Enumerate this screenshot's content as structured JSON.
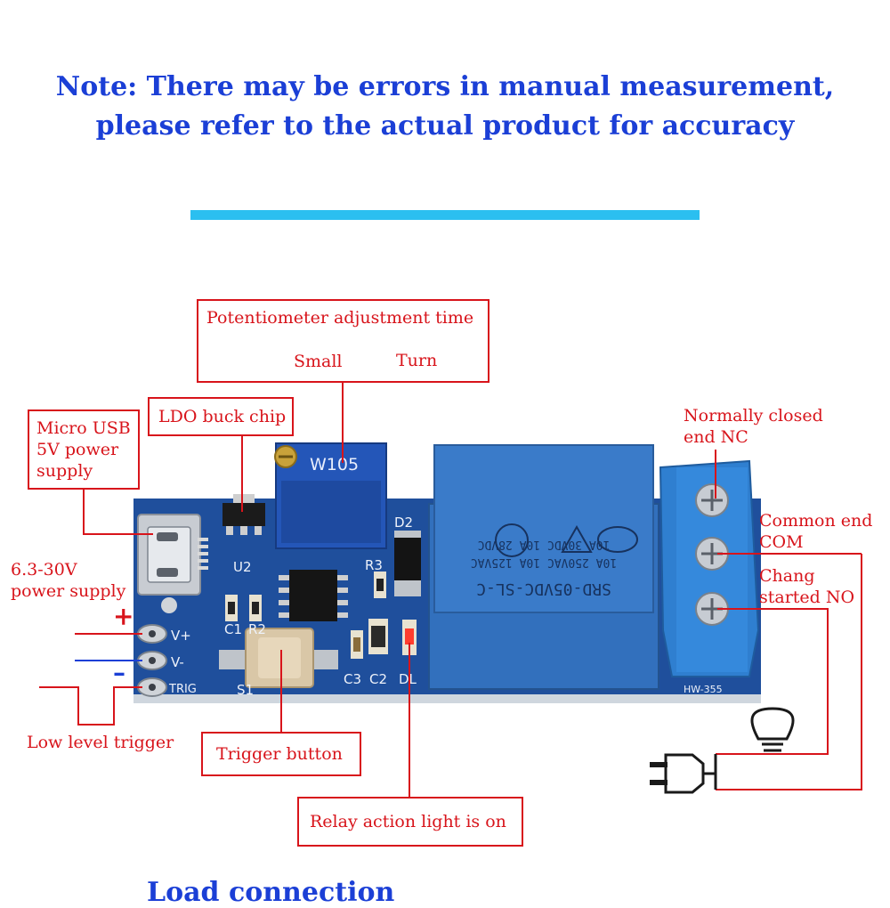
{
  "note": {
    "line1": "Note: There may be errors in manual measurement,",
    "line2": "please refer to the actual product for accuracy"
  },
  "labels": {
    "potentiometer": "Potentiometer adjustment time",
    "small": "Small",
    "turn": "Turn",
    "ldo": "LDO buck chip",
    "micro_usb": [
      "Micro USB",
      "5V power",
      "supply"
    ],
    "power_supply": [
      "6.3-30V",
      "power supply"
    ],
    "plus": "+",
    "minus": "–",
    "low_level": "Low level trigger",
    "trigger_button": "Trigger button",
    "relay_light": "Relay action light is on",
    "nc": [
      "Normally closed",
      "end NC"
    ],
    "com": [
      "Common end",
      "COM"
    ],
    "no": [
      "Chang",
      "started NO"
    ]
  },
  "board": {
    "pot_marking": "W105",
    "relay_text": [
      "SRD-05VDC-SL-C",
      "10A 250VAC 10A 125VAC",
      "10A 30VDC 10A 28VDC"
    ],
    "model": "HW-355",
    "pins": [
      "V+",
      "V-",
      "TRIG"
    ],
    "silk": [
      "U2",
      "D2",
      "R3",
      "C1",
      "R2",
      "S1",
      "C3",
      "C2",
      "DL"
    ]
  },
  "footer": "Load connection",
  "colors": {
    "note_blue": "#1b3fd6",
    "accent_bar": "#2bbff0",
    "label_red": "#d8141b",
    "pcb_blue": "#1f4f9c",
    "relay_blue": "#3a76c4",
    "terminal_blue": "#2f7fd0"
  }
}
